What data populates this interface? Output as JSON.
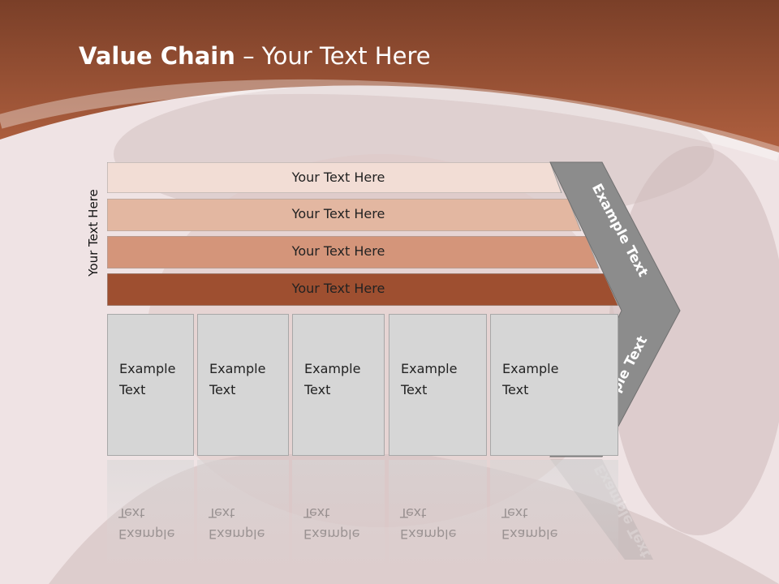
{
  "title": {
    "bold": "Value Chain",
    "rest": " – Your Text Here"
  },
  "side_label": "Your Text Here",
  "bars": [
    {
      "label": "Your Text Here",
      "color": "#f2ddd5"
    },
    {
      "label": "Your Text Here",
      "color": "#e3b7a1"
    },
    {
      "label": "Your Text Here",
      "color": "#d4957a"
    },
    {
      "label": "Your Text Here",
      "color": "#9e4f30"
    }
  ],
  "boxes": [
    {
      "line1": "Example",
      "line2": "Text"
    },
    {
      "line1": "Example",
      "line2": "Text"
    },
    {
      "line1": "Example",
      "line2": "Text"
    },
    {
      "line1": "Example",
      "line2": "Text"
    },
    {
      "line1": "Example",
      "line2": "Text"
    }
  ],
  "chevron": {
    "top_label": "Example Text",
    "bottom_label": "Example Text",
    "color": "#8c8c8c"
  },
  "colors": {
    "header": "#a8573a",
    "header_dark": "#7a3f28",
    "background": "#efe3e4"
  }
}
